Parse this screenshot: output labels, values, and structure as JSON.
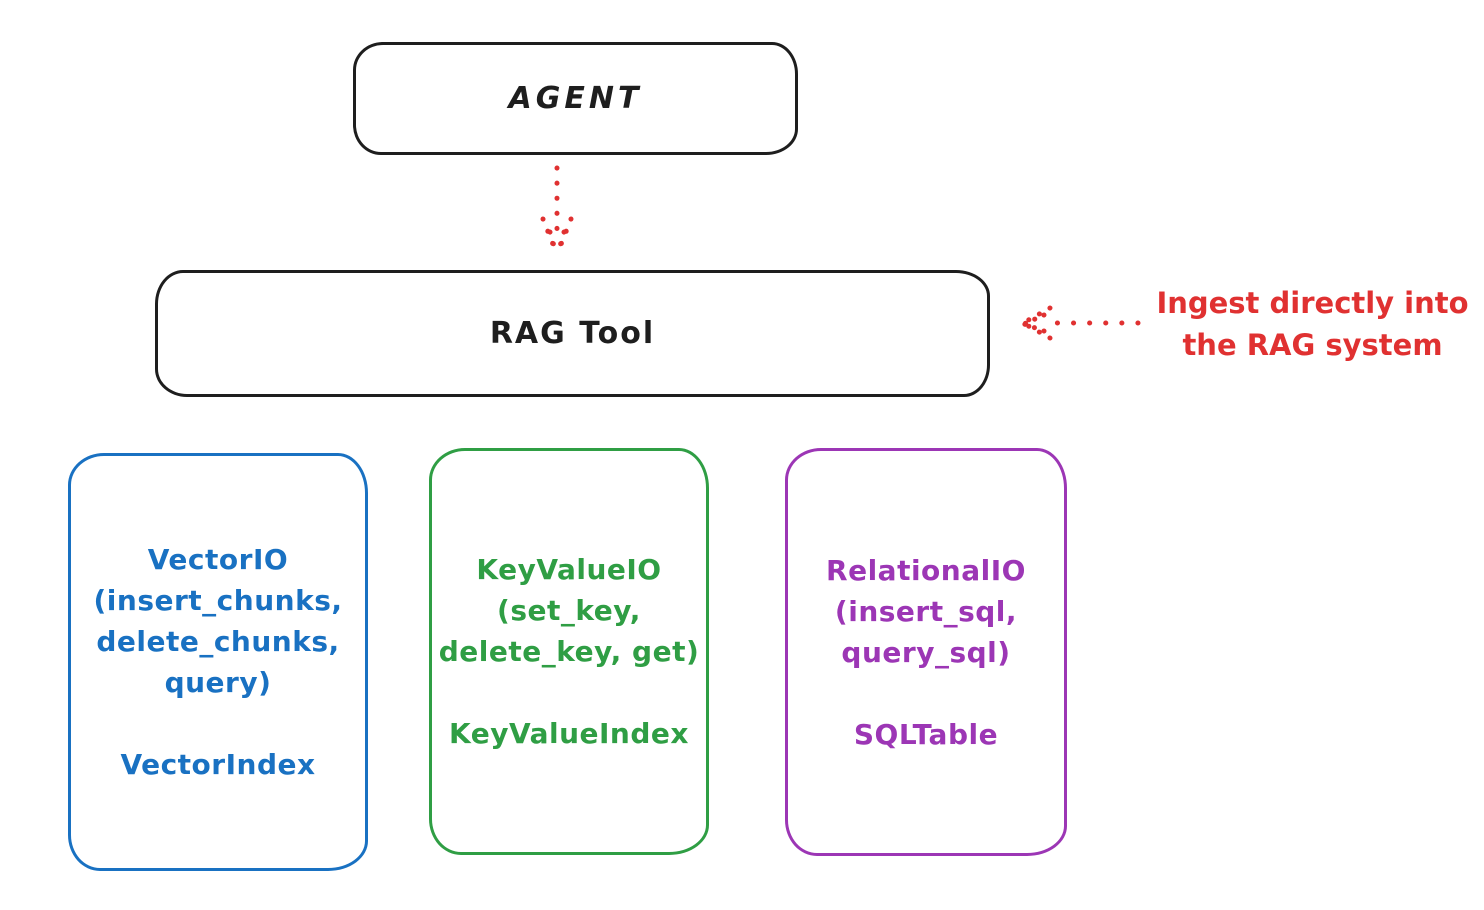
{
  "colors": {
    "background": "#ffffff",
    "ink": "#1e1e1e",
    "red": "#e03131",
    "blue": "#1971c2",
    "green": "#2f9e44",
    "purple": "#9c36b5"
  },
  "agent_box": {
    "label": "AGENT"
  },
  "rag_box": {
    "label": "RAG Tool"
  },
  "annotation": {
    "text": "Ingest directly into\nthe RAG system"
  },
  "storage_boxes": {
    "vector": {
      "interface": "VectorIO\n(insert_chunks,\ndelete_chunks,\nquery)",
      "index": "VectorIndex"
    },
    "keyvalue": {
      "interface": "KeyValueIO\n(set_key,\ndelete_key, get)",
      "index": "KeyValueIndex"
    },
    "relational": {
      "interface": "RelationalIO\n(insert_sql,\nquery_sql)",
      "index": "SQLTable"
    }
  },
  "arrows": {
    "agent_to_rag": "red dotted arrow pointing down from AGENT to RAG Tool",
    "ingest_to_rag": "red dotted arrow pointing left from annotation to RAG Tool"
  }
}
